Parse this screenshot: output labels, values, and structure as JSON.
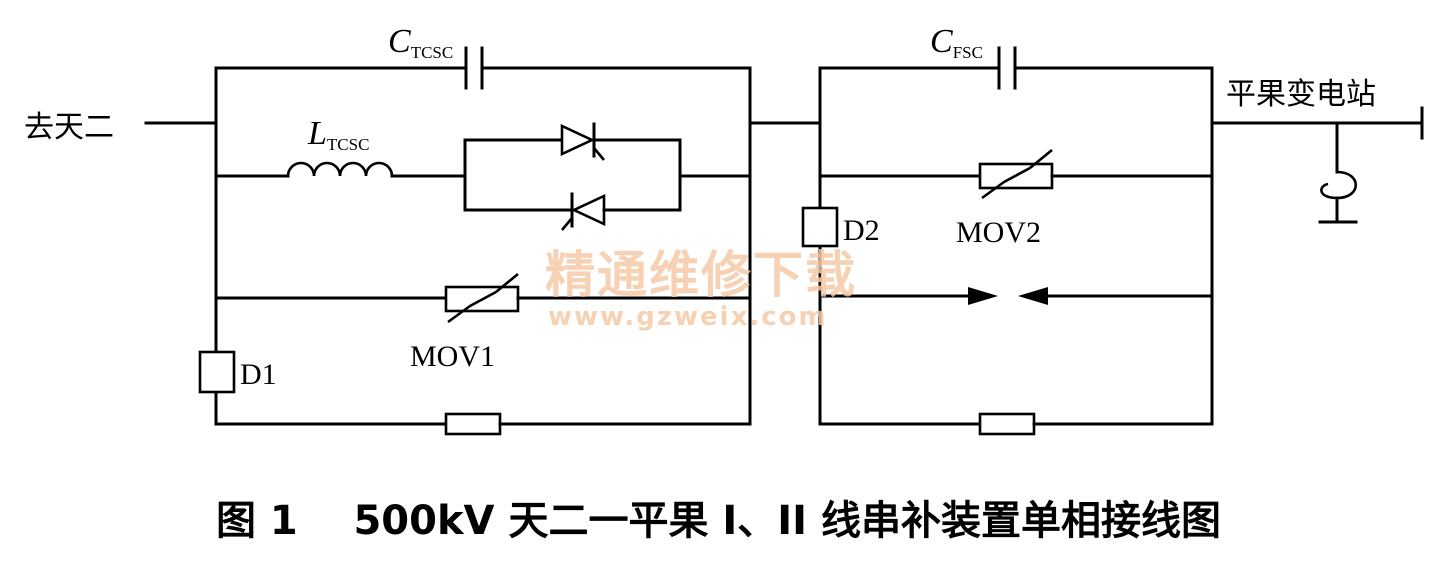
{
  "labels": {
    "c_tcsc_main": "C",
    "c_tcsc_sub": "TCSC",
    "l_tcsc_main": "L",
    "l_tcsc_sub": "TCSC",
    "c_fsc_main": "C",
    "c_fsc_sub": "FSC",
    "left_terminal": "去天二",
    "right_terminal": "平果变电站",
    "d1": "D1",
    "d2": "D2",
    "mov1": "MOV1",
    "mov2": "MOV2"
  },
  "watermark": {
    "line1": "精通维修下载",
    "line2": "www.gzweix.com"
  },
  "caption": "图 1    500kV 天二一平果 I、II 线串补装置单相接线图"
}
